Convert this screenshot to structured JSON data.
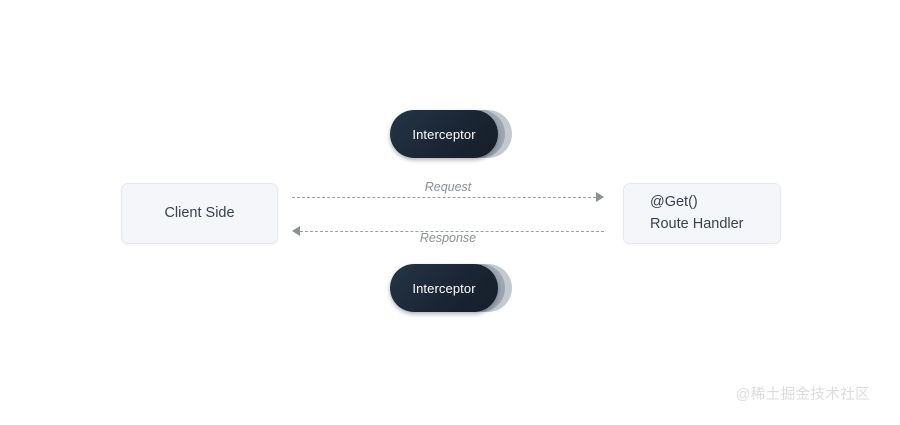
{
  "diagram": {
    "nodes": {
      "client": {
        "label": "Client Side"
      },
      "route_handler": {
        "line1": "@Get()",
        "line2": "Route Handler"
      },
      "interceptor_top": {
        "label": "Interceptor"
      },
      "interceptor_bottom": {
        "label": "Interceptor"
      }
    },
    "connectors": {
      "request": {
        "label": "Request",
        "direction": "right",
        "style": "dashed"
      },
      "response": {
        "label": "Response",
        "direction": "left",
        "style": "dashed"
      }
    },
    "colors": {
      "background": "#ffffff",
      "box_fill": "#f4f6f9",
      "box_border": "#e6eaf0",
      "box_text": "#394150",
      "pill_dark": "#1b2634",
      "pill_shadow_mid": "#9da6b1",
      "pill_shadow_back": "#c3c9d1",
      "pill_text": "#ffffff",
      "arrow": "#9aa0a6",
      "arrow_label": "#8b9196",
      "watermark": "#dcdcdc"
    }
  },
  "watermark": {
    "text": "@稀土掘金技术社区"
  }
}
